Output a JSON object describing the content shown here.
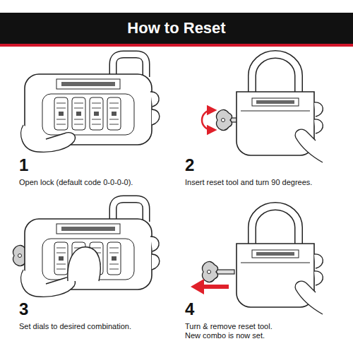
{
  "diagram": {
    "title": "How to Reset",
    "labels": [
      "1",
      "Open lock (default code 0-0-0-0).",
      "2",
      "Insert reset tool and turn 90 degrees.",
      "3",
      "Set dials to desired combination.",
      "4",
      "Turn & remove reset tool. New combo is now set."
    ]
  }
}
